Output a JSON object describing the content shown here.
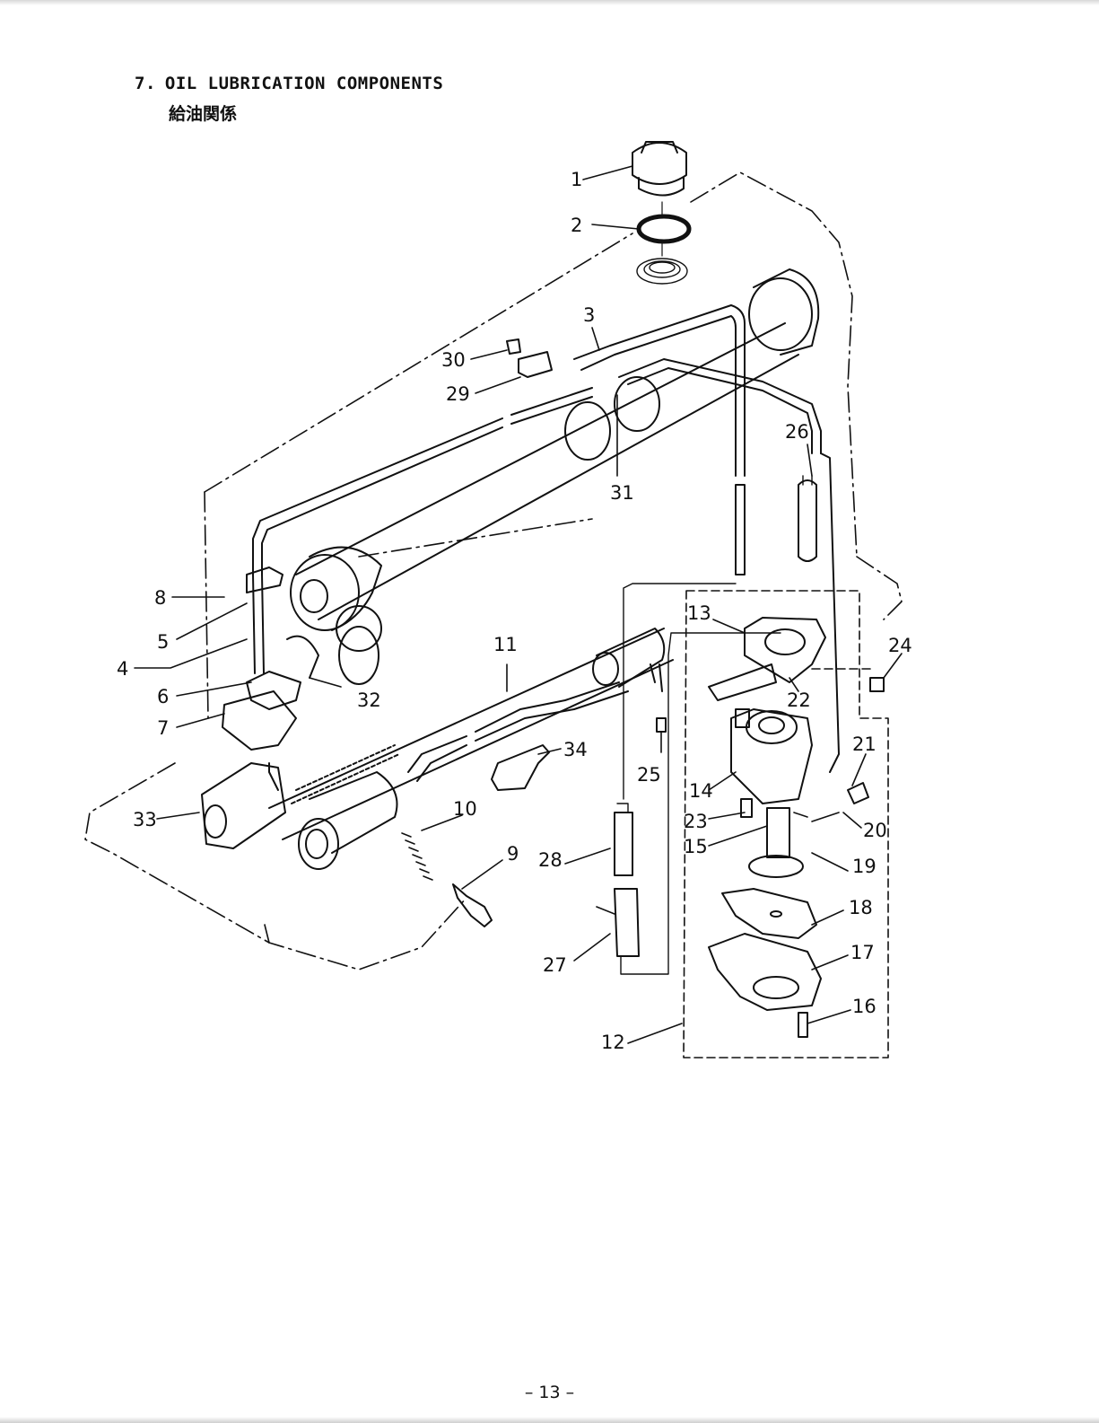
{
  "header": {
    "section_number": "7.",
    "title": "OIL LUBRICATION COMPONENTS",
    "subtitle_ja": "給油関係"
  },
  "callouts": [
    "1",
    "2",
    "3",
    "4",
    "5",
    "6",
    "7",
    "8",
    "9",
    "10",
    "11",
    "12",
    "13",
    "14",
    "15",
    "16",
    "17",
    "18",
    "19",
    "20",
    "21",
    "22",
    "23",
    "24",
    "25",
    "26",
    "27",
    "28",
    "29",
    "30",
    "31",
    "32",
    "33",
    "34"
  ],
  "footer": {
    "page_number": "– 13 –"
  }
}
